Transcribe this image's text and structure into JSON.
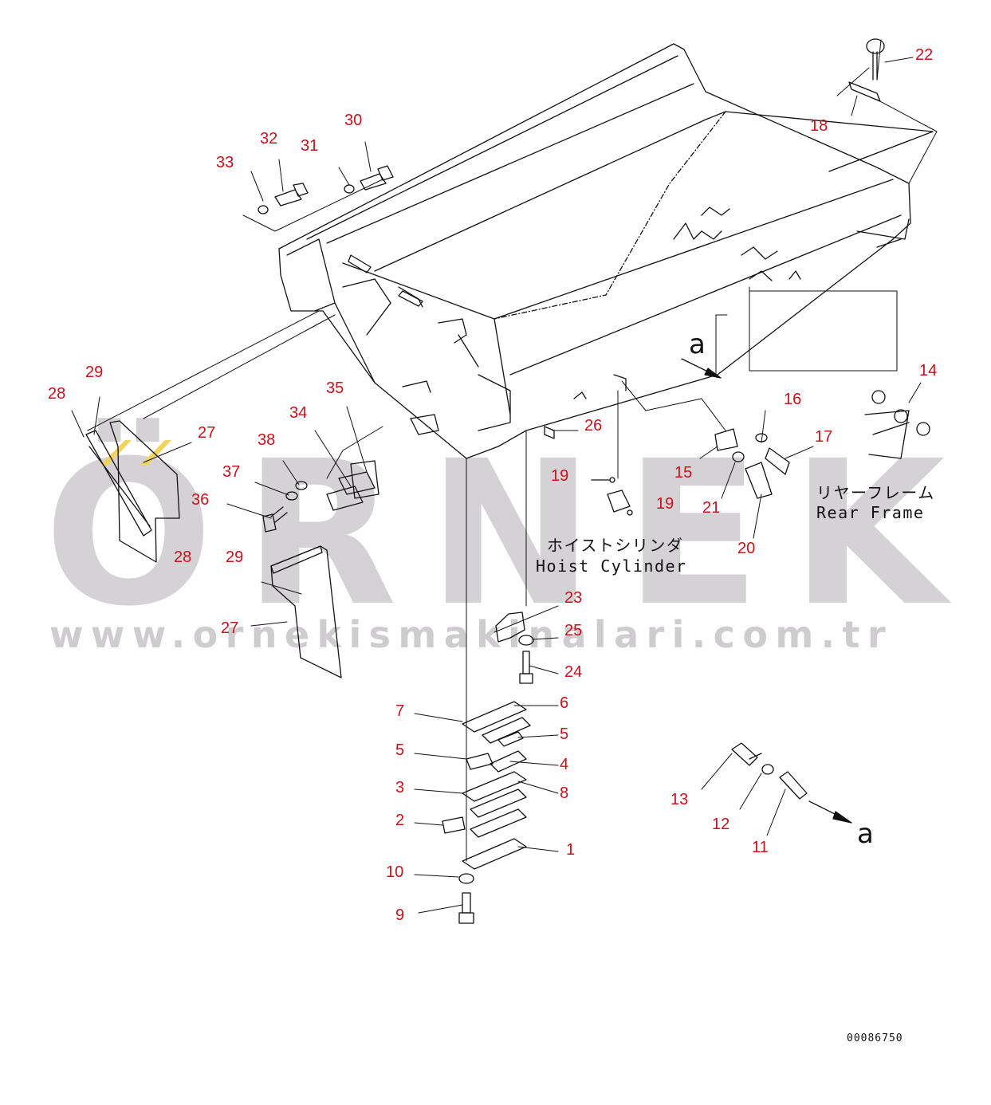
{
  "watermark": {
    "brand": "ÖRNEK",
    "url": "www.ornekismakinalari.com.tr"
  },
  "callouts": [
    "22",
    "18",
    "32",
    "31",
    "30",
    "33",
    "29",
    "28",
    "27",
    "35",
    "34",
    "38",
    "37",
    "36",
    "28",
    "29",
    "27",
    "26",
    "19",
    "19",
    "15",
    "16",
    "17",
    "21",
    "20",
    "14",
    "23",
    "25",
    "24",
    "7",
    "6",
    "5",
    "5",
    "4",
    "3",
    "8",
    "2",
    "1",
    "10",
    "9",
    "13",
    "12",
    "11"
  ],
  "labels": {
    "rear_frame_jp": "リヤーフレーム",
    "rear_frame_en": "Rear Frame",
    "hoist_jp": "ホイストシリンダ",
    "hoist_en": "Hoist Cylinder",
    "view_a": "a",
    "view_a_2": "a"
  },
  "drawing_code": "00086750",
  "colors": {
    "callout": "#c8121c",
    "line": "#111111",
    "watermark": "#d5d2d6"
  }
}
